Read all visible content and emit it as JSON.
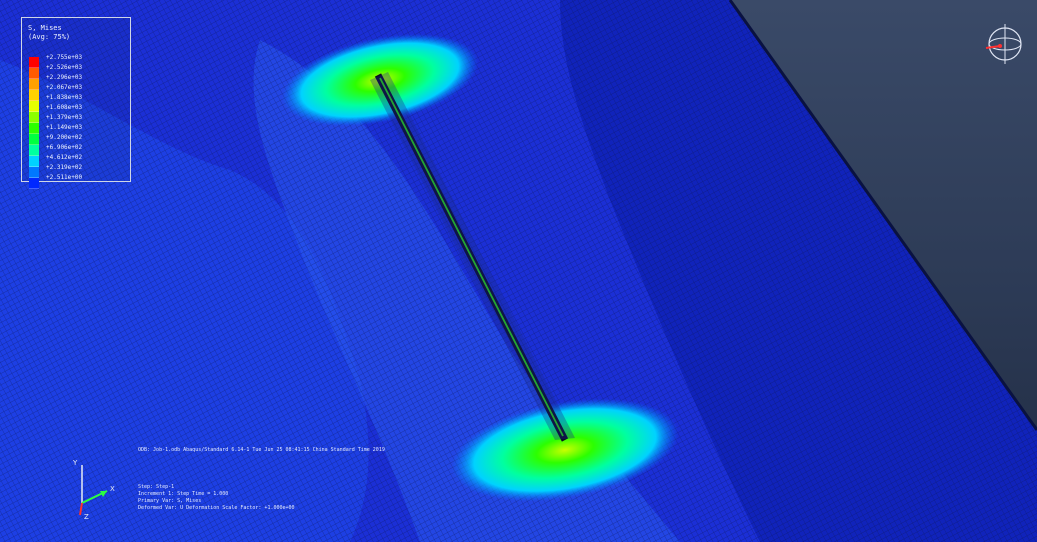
{
  "viewer": {
    "legend": {
      "variable_line1": "S, Mises",
      "variable_line2": "(Avg: 75%)",
      "entries": [
        {
          "value": "+2.755e+03",
          "color": "#ff0000"
        },
        {
          "value": "+2.526e+03",
          "color": "#ff5a00"
        },
        {
          "value": "+2.296e+03",
          "color": "#ffa000"
        },
        {
          "value": "+2.067e+03",
          "color": "#ffd200"
        },
        {
          "value": "+1.838e+03",
          "color": "#e6ff00"
        },
        {
          "value": "+1.608e+03",
          "color": "#8cff00"
        },
        {
          "value": "+1.379e+03",
          "color": "#2cff00"
        },
        {
          "value": "+1.149e+03",
          "color": "#00ff40"
        },
        {
          "value": "+9.200e+02",
          "color": "#00ffa0"
        },
        {
          "value": "+6.906e+02",
          "color": "#00d2ff"
        },
        {
          "value": "+4.612e+02",
          "color": "#0078ff"
        },
        {
          "value": "+2.319e+02",
          "color": "#0028ff"
        },
        {
          "value": "+2.511e+00",
          "color": "#0000c8"
        }
      ]
    },
    "step_line": "ODB: Job-1.odb    Abaqus/Standard 6.14-1    Tue Jun 25 08:41:15 China Standard Time 2019",
    "info_lines": [
      "Step: Step-1",
      "Increment    1: Step Time =    1.000",
      "Primary Var: S, Mises",
      "Deformed Var: U   Deformation Scale Factor: +1.000e+00"
    ],
    "triad": {
      "y_label": "Y",
      "x_label": "X",
      "z_label": "Z"
    }
  }
}
